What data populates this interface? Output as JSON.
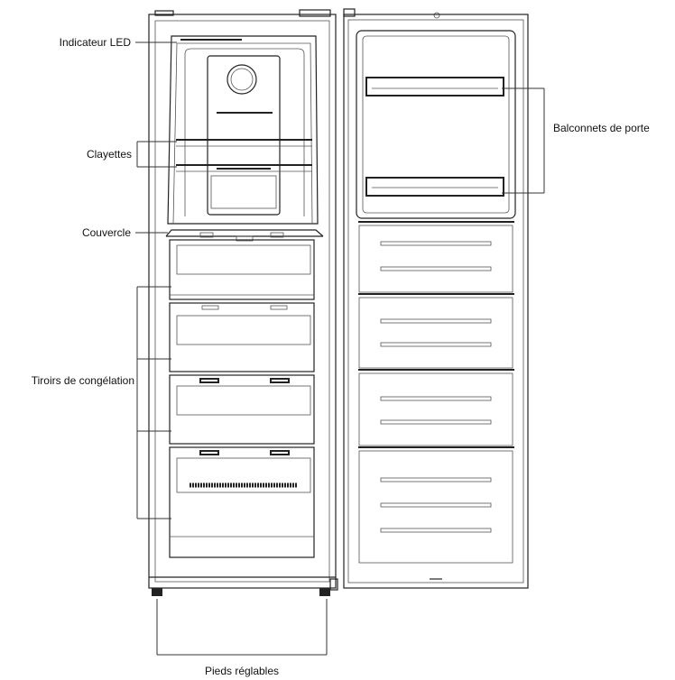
{
  "labels": {
    "led_indicator": "Indicateur LED",
    "shelves": "Clayettes",
    "lid": "Couvercle",
    "freezer_drawers": "Tiroirs de congélation",
    "door_balconies": "Balconnets de porte",
    "adjustable_feet": "Pieds réglables"
  }
}
